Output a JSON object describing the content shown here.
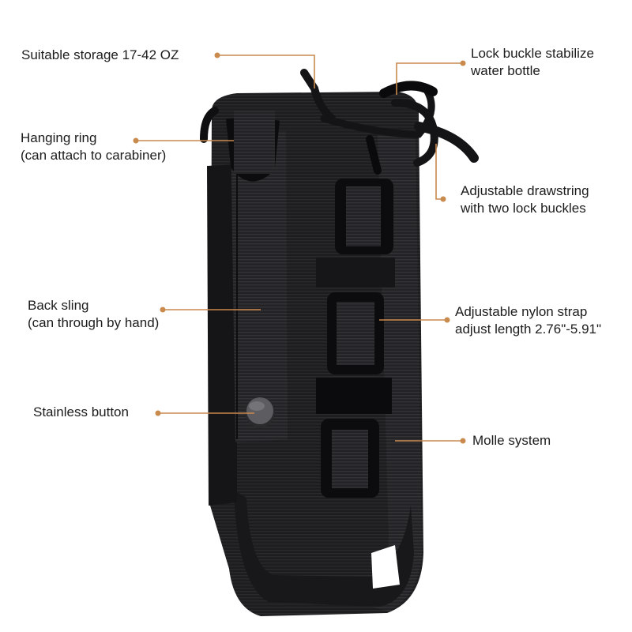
{
  "accent_color": "#c98a4e",
  "product": {
    "name": "tactical-water-bottle-holder",
    "body_color": "#1b1b1d",
    "button_color": "#6a6a6e"
  },
  "callouts": [
    {
      "id": "storage",
      "lines": [
        "Suitable storage 17-42 OZ"
      ]
    },
    {
      "id": "lock-buckle",
      "lines": [
        "Lock buckle stabilize",
        "water bottle"
      ]
    },
    {
      "id": "hanging-ring",
      "lines": [
        "Hanging ring",
        "(can attach to carabiner)"
      ]
    },
    {
      "id": "drawstring",
      "lines": [
        "Adjustable drawstring",
        "with two lock buckles"
      ]
    },
    {
      "id": "back-sling",
      "lines": [
        "Back sling",
        "(can through by hand)"
      ]
    },
    {
      "id": "nylon-strap",
      "lines": [
        "Adjustable nylon strap",
        "adjust length 2.76\"-5.91\""
      ]
    },
    {
      "id": "button",
      "lines": [
        "Stainless button"
      ]
    },
    {
      "id": "molle",
      "lines": [
        "Molle system"
      ]
    }
  ]
}
